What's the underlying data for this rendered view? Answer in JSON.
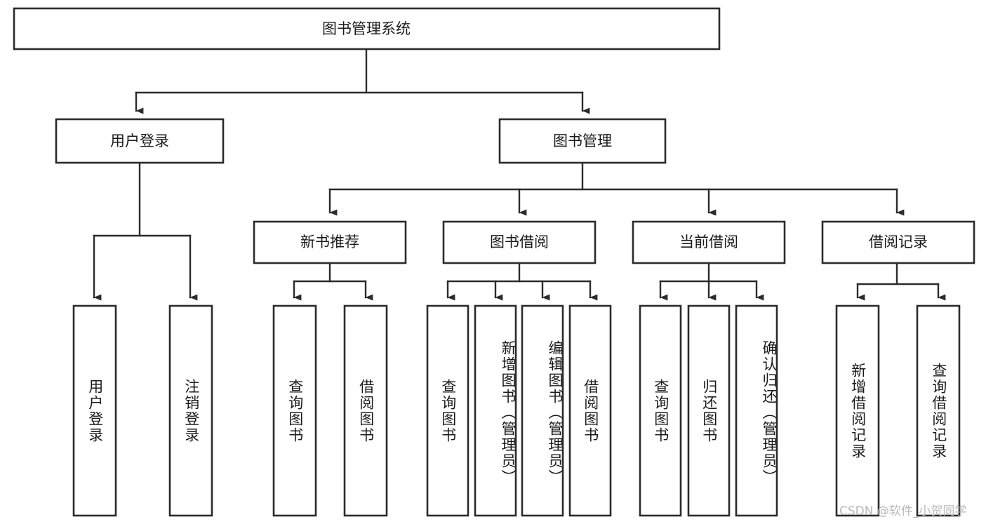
{
  "diagram": {
    "type": "tree-hierarchy",
    "title": "图书管理系统",
    "root": {
      "label": "图书管理系统",
      "children": [
        {
          "label": "用户登录",
          "children": [
            {
              "label": "用户登录"
            },
            {
              "label": "注销登录"
            }
          ]
        },
        {
          "label": "图书管理",
          "children": [
            {
              "label": "新书推荐",
              "children": [
                {
                  "label": "查询图书"
                },
                {
                  "label": "借阅图书"
                }
              ]
            },
            {
              "label": "图书借阅",
              "children": [
                {
                  "label": "查询图书"
                },
                {
                  "label": "新增图书（管理员）"
                },
                {
                  "label": "编辑图书（管理员）"
                },
                {
                  "label": "借阅图书"
                }
              ]
            },
            {
              "label": "当前借阅",
              "children": [
                {
                  "label": "查询图书"
                },
                {
                  "label": "归还图书"
                },
                {
                  "label": "确认归还（管理员）"
                }
              ]
            },
            {
              "label": "借阅记录",
              "children": [
                {
                  "label": "新增借阅记录"
                },
                {
                  "label": "查询借阅记录"
                }
              ]
            }
          ]
        }
      ]
    },
    "nodes": {
      "root_title": "图书管理系统",
      "level1": {
        "user_login": "用户登录",
        "book_manage": "图书管理"
      },
      "level2": {
        "new_book_recommend": "新书推荐",
        "book_borrow": "图书借阅",
        "current_borrow": "当前借阅",
        "borrow_record": "借阅记录"
      },
      "leaves": {
        "user_login_1": "用户登录",
        "user_login_2": "注销登录",
        "recommend_1": "查询图书",
        "recommend_2": "借阅图书",
        "borrow_1": "查询图书",
        "borrow_2": "新增图书（管理员）",
        "borrow_3": "编辑图书（管理员）",
        "borrow_4": "借阅图书",
        "current_1": "查询图书",
        "current_2": "归还图书",
        "current_3": "确认归还（管理员）",
        "record_1": "新增借阅记录",
        "record_2": "查询借阅记录"
      }
    },
    "colors": {
      "stroke": "#2b2b2b",
      "fill": "#ffffff",
      "text": "#1b1b1b",
      "watermark": "#b9b9b9"
    }
  },
  "watermark": {
    "text": "CSDN @软件_小贺同学"
  }
}
